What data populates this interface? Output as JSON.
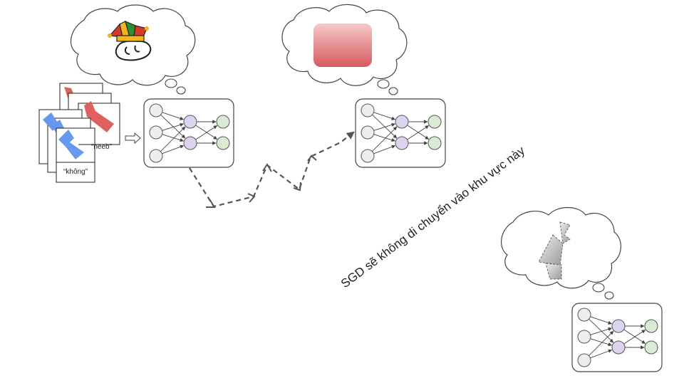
{
  "cards": {
    "back_label": "“neeb”",
    "front_label": "“không”"
  },
  "annotation": {
    "text": "SGD sẽ không di chuyển vào khu vực này"
  },
  "colors": {
    "node_input": "#eeeeee",
    "node_hidden": "#dcd3ee",
    "node_output": "#d8ecd3",
    "path": "#555555",
    "card_red": "#e06060",
    "card_blue": "#6699ee"
  },
  "icons": {
    "thought_1": "jester-hat-face-icon",
    "thought_2": "red-gradient-box-icon",
    "thought_3": "gray-dashed-shape-icon",
    "arrow": "hollow-right-arrow-icon"
  }
}
